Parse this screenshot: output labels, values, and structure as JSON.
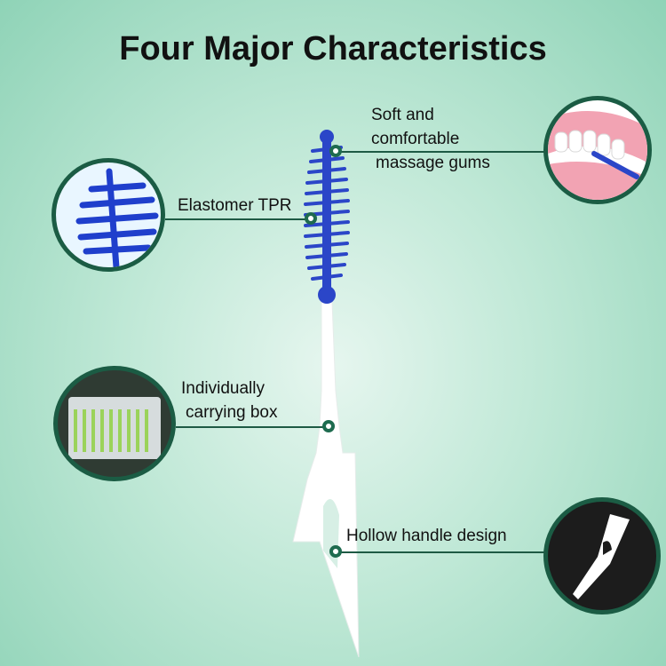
{
  "title": "Four Major Characteristics",
  "features": {
    "soft": {
      "line1": "Soft and",
      "line2": "comfortable",
      "line3": "massage gums"
    },
    "material": {
      "label": "Elastomer TPR"
    },
    "box": {
      "line1": "Individually",
      "line2": "carrying box"
    },
    "handle": {
      "label": "Hollow handle design"
    }
  },
  "colors": {
    "brush_blue": "#2b46c8",
    "handle_white": "#ffffff",
    "accent_green": "#1e6b4f",
    "background": "#bfe8d6"
  }
}
